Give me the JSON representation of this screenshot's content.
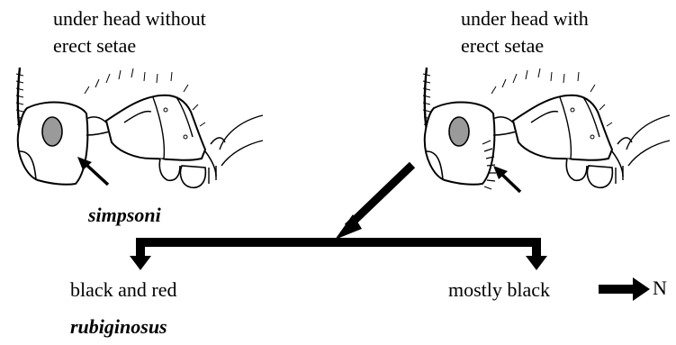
{
  "left_option": {
    "caption_line1": "under head without",
    "caption_line2": "erect setae",
    "result": "simpsoni",
    "icon": "ant-head-profile-without-setae-icon"
  },
  "right_option": {
    "caption_line1": "under head with",
    "caption_line2": "erect setae",
    "icon": "ant-head-profile-with-setae-icon"
  },
  "branches": {
    "left_label": "black and red",
    "left_result": "rubiginosus",
    "right_label": "mostly black",
    "next_step": "N"
  }
}
